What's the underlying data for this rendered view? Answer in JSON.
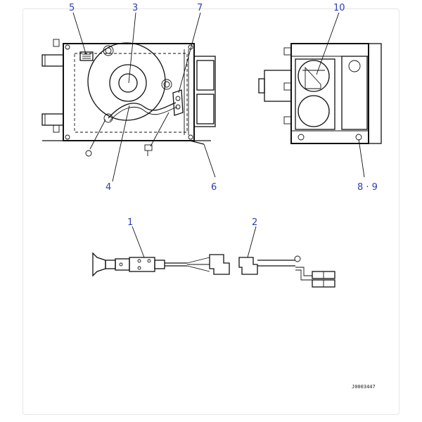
{
  "callouts": [
    {
      "id": "c1",
      "label": "1"
    },
    {
      "id": "c2",
      "label": "2"
    },
    {
      "id": "c3",
      "label": "3"
    },
    {
      "id": "c4",
      "label": "4"
    },
    {
      "id": "c5",
      "label": "5"
    },
    {
      "id": "c6",
      "label": "6"
    },
    {
      "id": "c7",
      "label": "7"
    },
    {
      "id": "c89",
      "label": "8 · 9"
    },
    {
      "id": "c10",
      "label": "10"
    }
  ],
  "drawing_code": "J0003447"
}
